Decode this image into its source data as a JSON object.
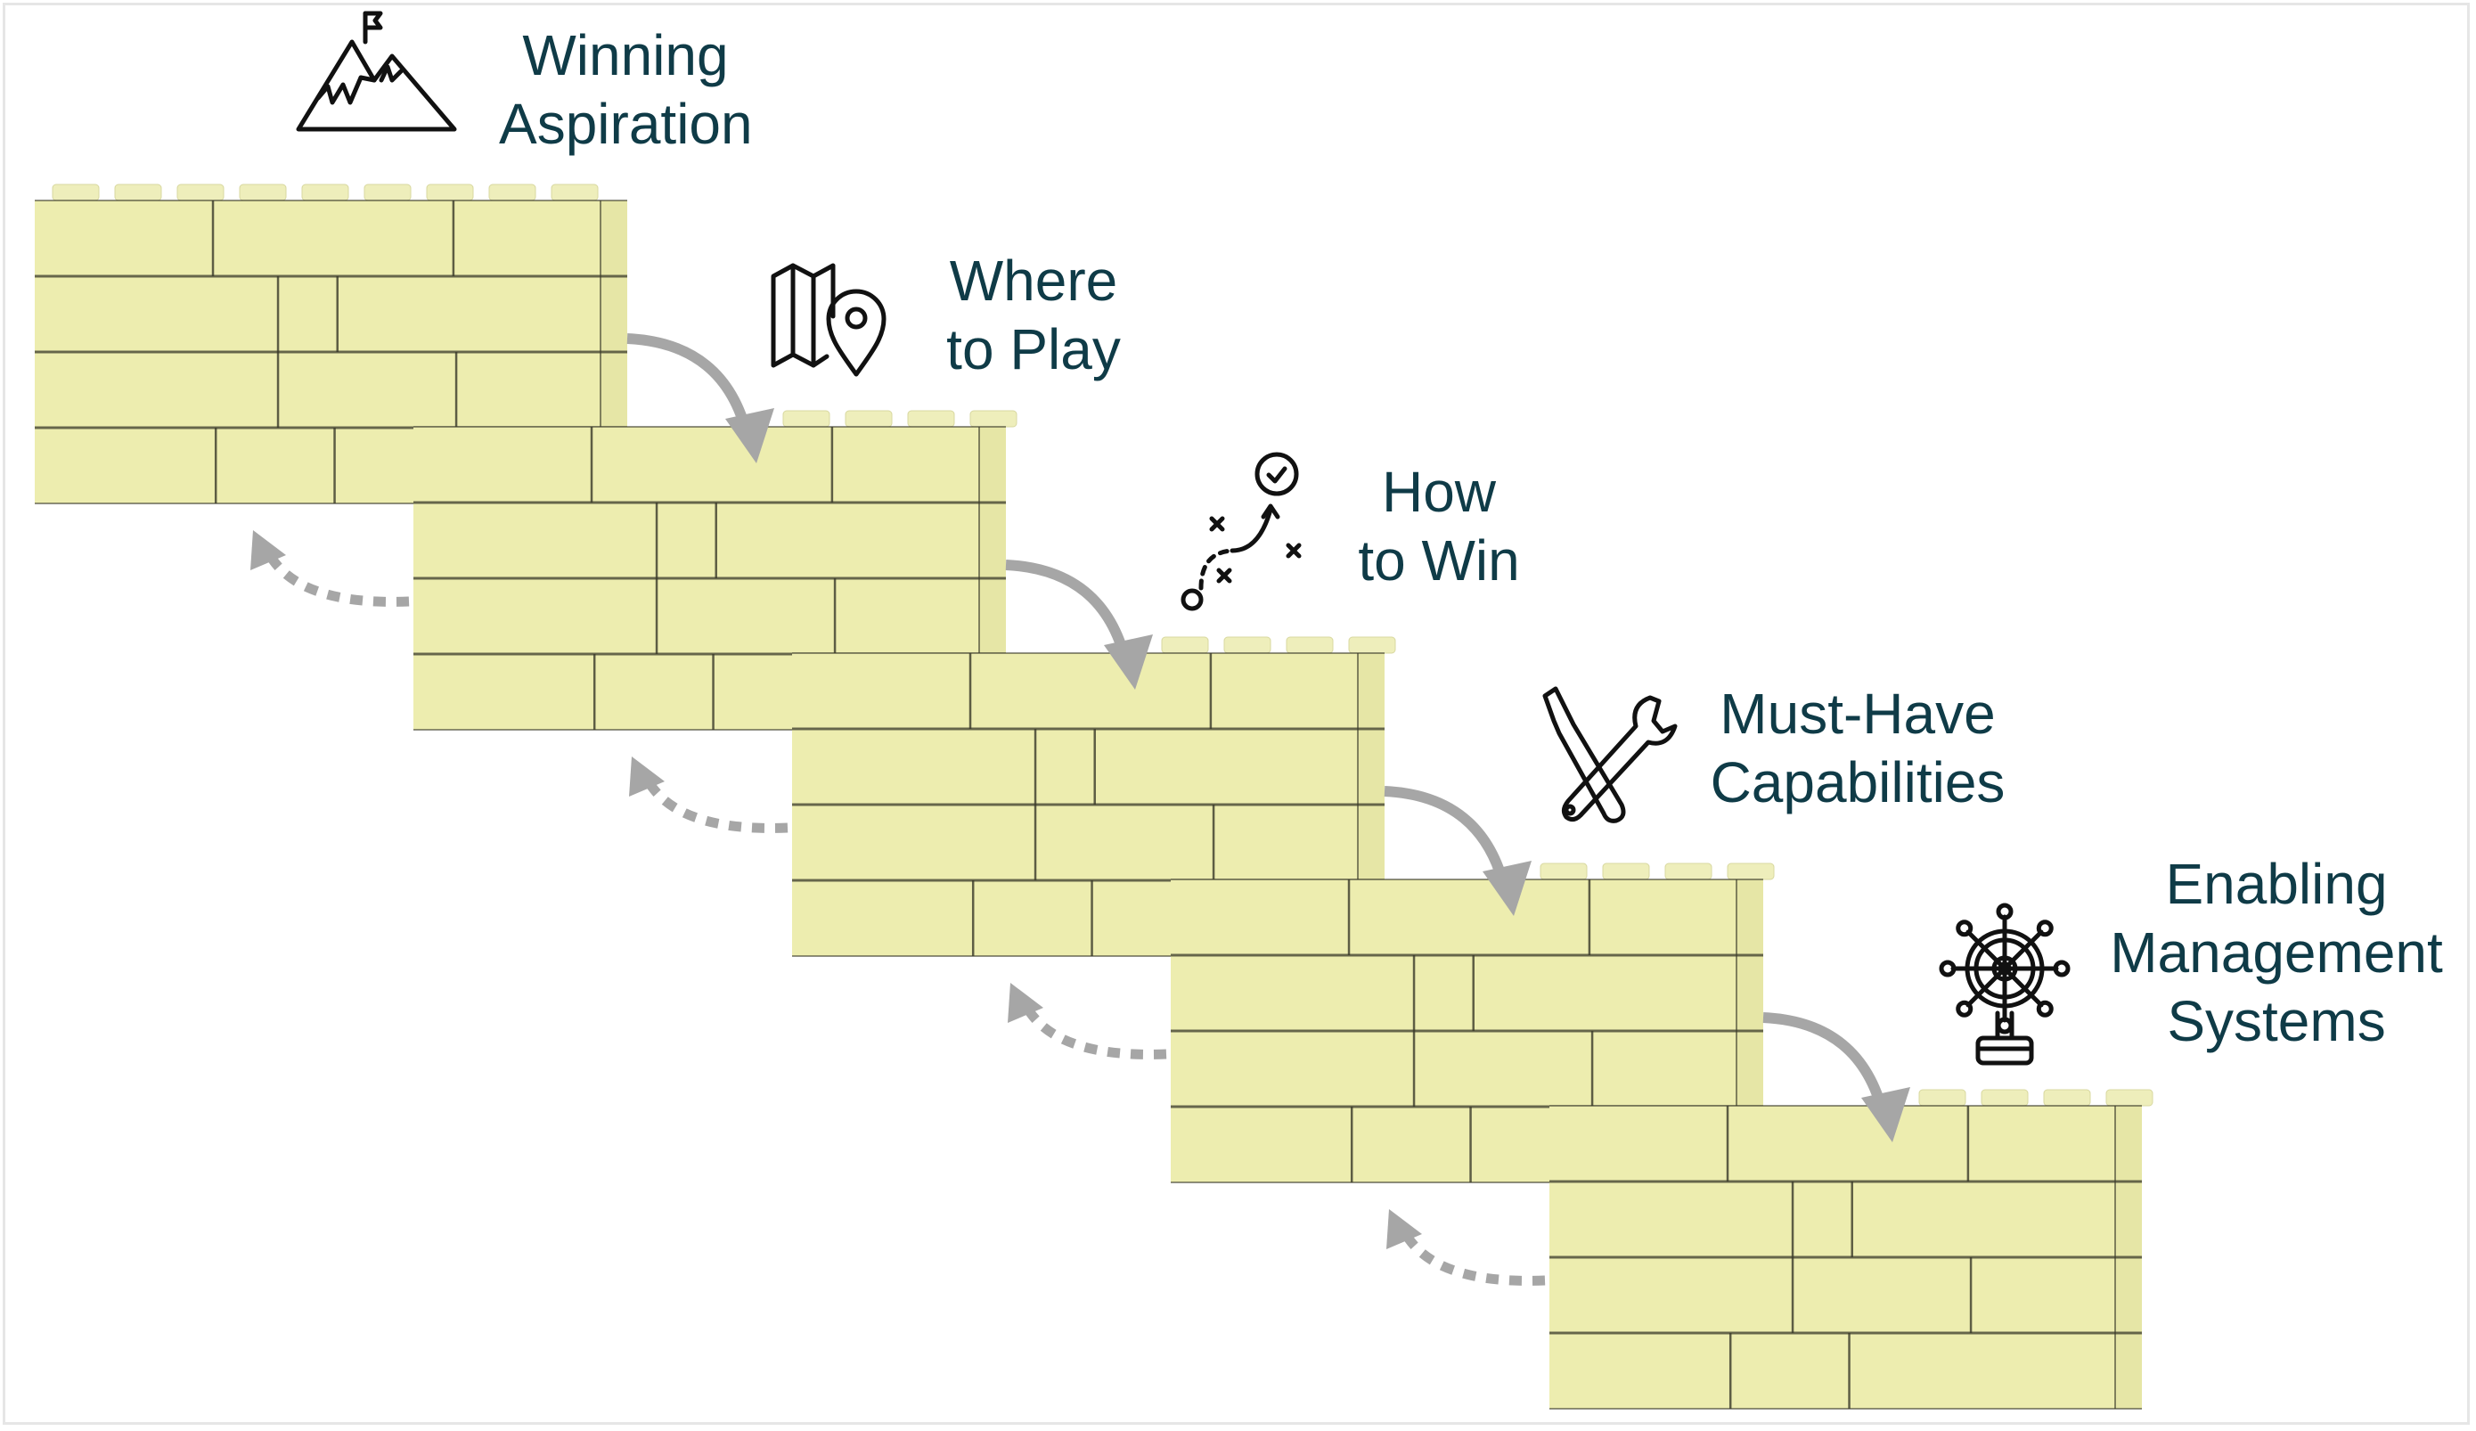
{
  "title": "Strategy Choice Cascade",
  "colors": {
    "brick": "#ededaf",
    "brick_line": "#3a3a2a",
    "stud": "#eeeebb",
    "arrow": "#a6a6a6",
    "text": "#0f3b47",
    "icon": "#111111"
  },
  "steps": [
    {
      "line1": "Winning",
      "line2": "Aspiration",
      "line3": null,
      "icon": "mountain-flag-icon"
    },
    {
      "line1": "Where",
      "line2": "to Play",
      "line3": null,
      "icon": "map-pin-icon"
    },
    {
      "line1": "How",
      "line2": "to Win",
      "line3": null,
      "icon": "strategy-play-icon"
    },
    {
      "line1": "Must-Have",
      "line2": "Capabilities",
      "line3": null,
      "icon": "wrench-screwdriver-icon"
    },
    {
      "line1": "Enabling",
      "line2": "Management",
      "line3": "Systems",
      "icon": "ship-wheel-icon"
    }
  ],
  "connectors": {
    "forward": "solid-curved-arrow-down",
    "feedback": "dotted-curved-arrow-up"
  }
}
